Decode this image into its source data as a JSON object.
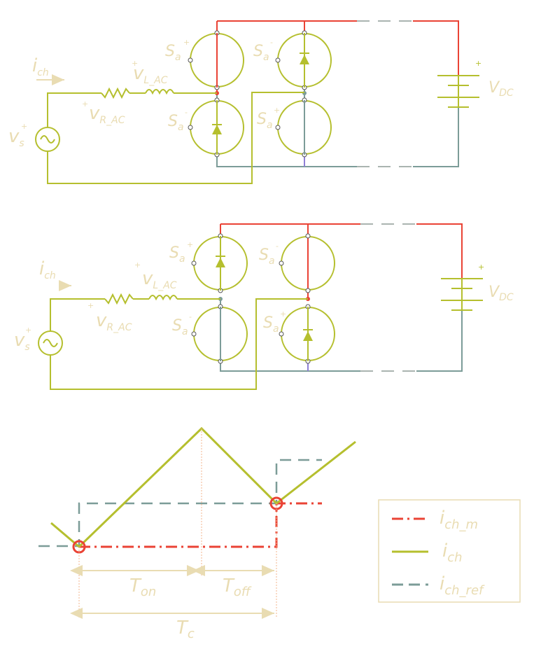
{
  "colors": {
    "olive": "#b5bf2e",
    "red": "#ea4335",
    "gray": "#7c9c98",
    "cream": "#e9dcb2",
    "purple": "#8f7fd6"
  },
  "labels": {
    "ich": "i",
    "ich_sub": "ch",
    "vs": "v",
    "vs_sub": "s",
    "vR": "v",
    "vR_sub": "R_AC",
    "vL": "v",
    "vL_sub": "L_AC",
    "sa": "S",
    "sa_sub": "a",
    "vdc": "V",
    "vdc_sub": "DC",
    "plus": "+",
    "minus": "-"
  },
  "waveform": {
    "ton": "T",
    "ton_sub": "on",
    "toff": "T",
    "toff_sub": "off",
    "tc": "T",
    "tc_sub": "c"
  },
  "legend": {
    "items": [
      {
        "main": "i",
        "sub": "ch_m",
        "color": "#ea4335",
        "style": "dashdot"
      },
      {
        "main": "i",
        "sub": "ch",
        "color": "#b5bf2e",
        "style": "solid"
      },
      {
        "main": "i",
        "sub": "ch_ref",
        "color": "#7c9c98",
        "style": "dashed"
      }
    ]
  }
}
